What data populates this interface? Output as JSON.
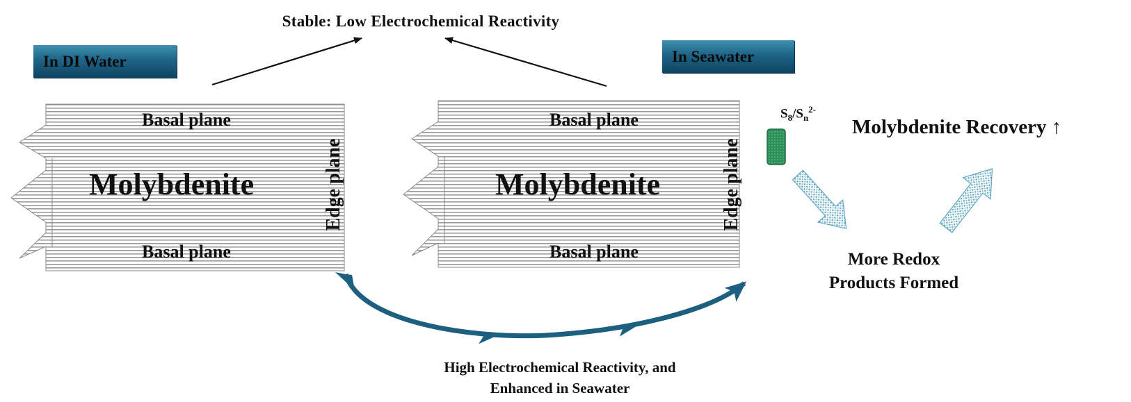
{
  "top_caption": "Stable: Low Electrochemical Reactivity",
  "left_panel": {
    "badge": "In DI Water",
    "basal_top": "Basal plane",
    "mineral": "Molybdenite",
    "basal_bottom": "Basal plane",
    "edge": "Edge plane"
  },
  "right_panel": {
    "badge": "In Seawater",
    "basal_top": "Basal plane",
    "mineral": "Molybdenite",
    "basal_bottom": "Basal plane",
    "edge": "Edge plane"
  },
  "species_label": {
    "s": "S",
    "sub8": "8",
    "slash": "/S",
    "subn": "n",
    "sup": "2-"
  },
  "recovery_label": "Molybdenite Recovery ↑",
  "redox_line1": "More Redox",
  "redox_line2": "Products Formed",
  "bottom_caption_line1": "High Electrochemical Reactivity, and",
  "bottom_caption_line2": "Enhanced in Seawater",
  "colors": {
    "badge_gradient_top": "#3f8fb0",
    "badge_gradient_bottom": "#0f4461",
    "curve_arrow": "#1d5f7e",
    "species_box": "#2e8b57",
    "hatched_arrow": "#5fa8c6"
  }
}
